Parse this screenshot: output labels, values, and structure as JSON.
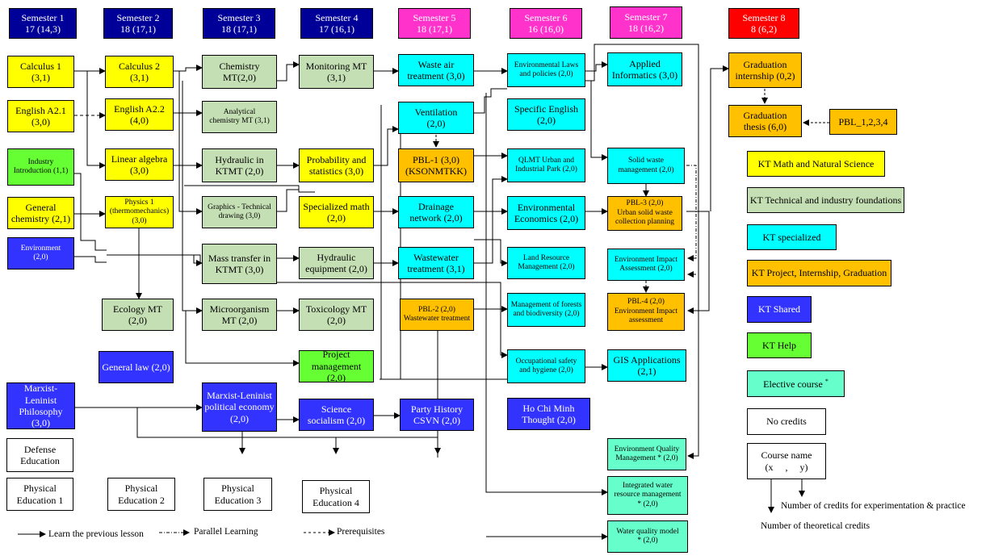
{
  "semesters": [
    {
      "name": "Semester 1",
      "credits": "17 (14,3)"
    },
    {
      "name": "Semester 2",
      "credits": "18 (17,1)"
    },
    {
      "name": "Semester 3",
      "credits": "18 (17,1)"
    },
    {
      "name": "Semester 4",
      "credits": "17 (16,1)"
    },
    {
      "name": "Semester 5",
      "credits": "18 (17,1)"
    },
    {
      "name": "Semester 6",
      "credits": "16 (16,0)"
    },
    {
      "name": "Semester 7",
      "credits": "18 (16,2)"
    },
    {
      "name": "Semester 8",
      "credits": "8 (6,2)"
    }
  ],
  "courses": {
    "calculus1": [
      "Calculus 1",
      "(3,1)"
    ],
    "english_a21": [
      "English A2.1",
      "(3,0)"
    ],
    "industry_intro": [
      "Industry",
      "Introduction (1,1)"
    ],
    "general_chem": [
      "General",
      "chemistry (2,1)"
    ],
    "environment": [
      "Environment",
      "(2,0)"
    ],
    "calculus2": [
      "Calculus 2",
      "(3,1)"
    ],
    "english_a22": [
      "English A2.2",
      "(4,0)"
    ],
    "linear_algebra": [
      "Linear algebra",
      "(3,0)"
    ],
    "physics1": [
      "Physics 1",
      "(thermomechanics)",
      "(3,0)"
    ],
    "ecology": [
      "Ecology MT",
      "(2,0)"
    ],
    "general_law": [
      "General law (2,0)"
    ],
    "chem_mt": [
      "Chemistry",
      "MT(2,0)"
    ],
    "analytical_chem": [
      "Analytical",
      "chemistry MT (3,1)"
    ],
    "hydraulic_ktmt": [
      "Hydraulic in",
      "KTMT (2,0)"
    ],
    "graphics": [
      "Graphics - Technical",
      "drawing (3,0)"
    ],
    "mass_transfer": [
      "Mass transfer in",
      "KTMT (3,0)"
    ],
    "microorganism": [
      "Microorganism",
      "MT (2,0)"
    ],
    "monitoring": [
      "Monitoring MT",
      "(3,1)"
    ],
    "prob_stats": [
      "Probability and",
      "statistics (3,0)"
    ],
    "specialized_math": [
      "Specialized math",
      "(2,0)"
    ],
    "hydraulic_equip": [
      "Hydraulic",
      "equipment (2,0)"
    ],
    "toxicology": [
      "Toxicology MT",
      "(2,0)"
    ],
    "project_mgmt": [
      "Project",
      "management (2,0)"
    ],
    "waste_air": [
      "Waste air",
      "treatment (3,0)"
    ],
    "ventilation": [
      "Ventilation",
      "(2,0)"
    ],
    "pbl1": [
      "PBL-1 (3,0)",
      "(KSONMTKK)"
    ],
    "drainage": [
      "Drainage",
      "network (2,0)"
    ],
    "wastewater": [
      "Wastewater",
      "treatment (3,1)"
    ],
    "pbl2": [
      "PBL-2 (2,0)",
      "Wastewater treatment"
    ],
    "env_laws": [
      "Environmental Laws",
      "and policies (2,0)"
    ],
    "specific_english": [
      "Specific English",
      "(2,0)"
    ],
    "qlmt": [
      "QLMT Urban and",
      "Industrial Park (2,0)"
    ],
    "env_economics": [
      "Environmental",
      "Economics (2,0)"
    ],
    "land_resource": [
      "Land Resource",
      "Management (2,0)"
    ],
    "forests": [
      "Management of forests",
      "and biodiversity (2,0)"
    ],
    "occupational": [
      "Occupational safety",
      "and hygiene (2,0)"
    ],
    "applied_info": [
      "Applied",
      "Informatics (3,0)"
    ],
    "solid_waste": [
      "Solid waste",
      "management (2,0)"
    ],
    "pbl3": [
      "PBL-3 (2,0)",
      "Urban solid waste",
      "collection planning"
    ],
    "eia": [
      "Environment Impact",
      "Assessment (2,0)"
    ],
    "pbl4": [
      "PBL-4 (2,0)",
      "Environment Impact",
      "assessment"
    ],
    "gis": [
      "GIS Applications",
      "(2,1)"
    ],
    "env_quality": [
      "Environment Quality",
      "Management * (2,0)"
    ],
    "integrated_water": [
      "Integrated water",
      "resource management",
      "* (2,0)"
    ],
    "water_quality": [
      "Water quality model",
      "* (2,0)"
    ],
    "grad_internship": [
      "Graduation",
      "internship (0,2)"
    ],
    "grad_thesis": [
      "Graduation",
      "thesis (6,0)"
    ],
    "pbl_all": [
      "PBL_1,2,3,4"
    ],
    "marxist_philosophy": [
      "Marxist-Leninist",
      "Philosophy (3,0)"
    ],
    "marxist_political": [
      "Marxist-Leninist",
      "political economy",
      "(2,0)"
    ],
    "science_socialism": [
      "Science",
      "socialism (2,0)"
    ],
    "party_history": [
      "Party History",
      "CSVN (2,0)"
    ],
    "hcm_thought": [
      "Ho Chi Minh",
      "Thought (2,0)"
    ],
    "defense": [
      "Defense",
      "Education"
    ],
    "pe1": [
      "Physical",
      "Education 1"
    ],
    "pe2": [
      "Physical",
      "Education 2"
    ],
    "pe3": [
      "Physical",
      "Education 3"
    ],
    "pe4": [
      "Physical",
      "Education 4"
    ]
  },
  "legend": {
    "math": "KT Math and Natural Science",
    "tech": "KT Technical and industry foundations",
    "spec": "KT specialized",
    "proj": "KT Project, Internship, Graduation",
    "shared": "KT Shared",
    "help": "KT Help",
    "elective": "Elective course",
    "elective_mark": "*",
    "no_credits": "No credits",
    "course_name": "Course name",
    "course_xy": "(x     ,     y)",
    "practice": "Number of credits for experimentation & practice",
    "theory": "Number of theoretical credits",
    "learn_prev": "Learn the previous lesson",
    "parallel": "Parallel Learning",
    "prereq": "Prerequisites"
  },
  "colors": {
    "math": "#ffff00",
    "tech": "#c5dfb4",
    "spec": "#00ffff",
    "proj": "#ffc000",
    "shared": "#3333ff",
    "help": "#66ff33",
    "elective": "#66ffcc",
    "header_navy": "#000099",
    "header_pink": "#ff33cc",
    "header_red": "#ff0000"
  }
}
